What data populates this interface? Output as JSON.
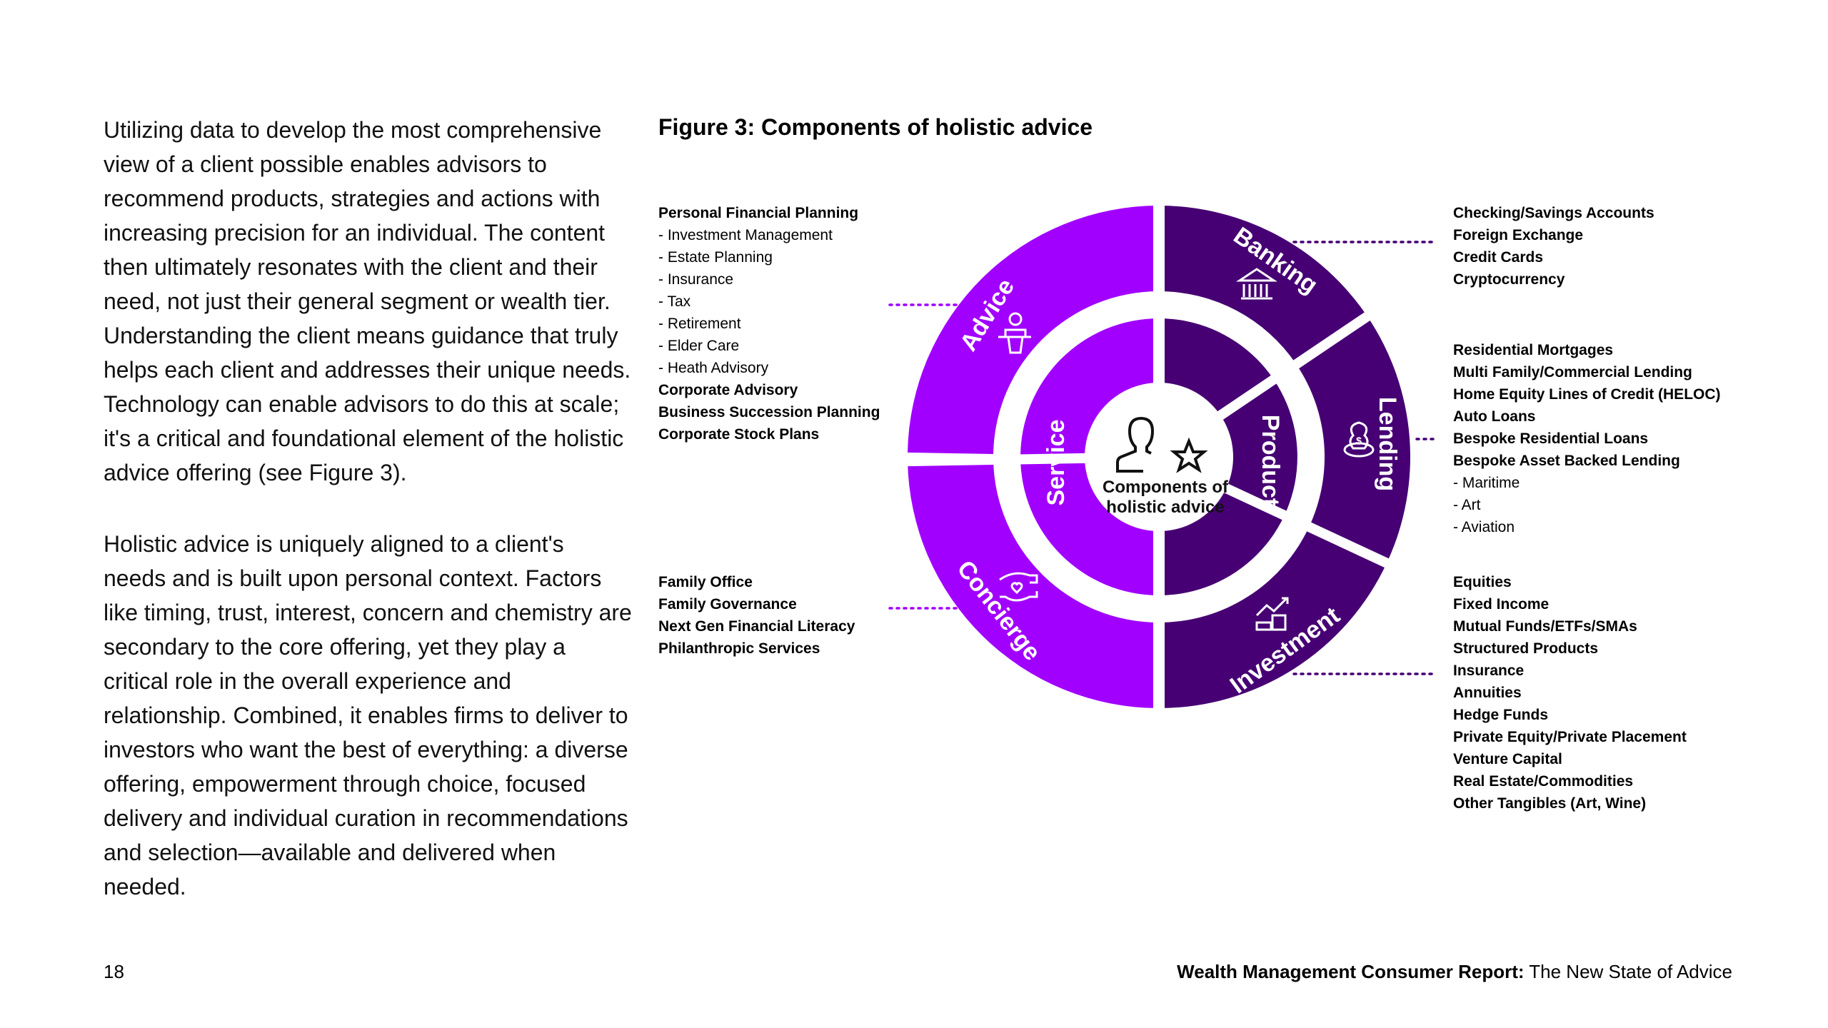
{
  "body": {
    "paragraph1": "Utilizing data to develop the most comprehensive view of a client possible enables advisors to recommend products, strategies and actions with increasing precision for an individual. The content then ultimately resonates with the client and their need, not just their general segment or wealth tier. Understanding the client means guidance that truly helps each client and addresses their unique needs. Technology can enable advisors to do this at scale; it's a critical and foundational element of the holistic advice offering (see Figure 3).",
    "paragraph2": "Holistic advice is uniquely aligned to a client's needs and is built upon personal context. Factors like timing, trust, interest, concern and chemistry are secondary to the core offering, yet they play a critical role in the overall experience and relationship. Combined, it enables firms to deliver to investors who want the best of everything: a diverse offering, empowerment through choice, focused delivery and individual curation in recommendations and selection—available and delivered when needed."
  },
  "figure": {
    "title": "Figure 3: Components of holistic advice",
    "center_line1": "Components of",
    "center_line2": "holistic advice",
    "inner": {
      "service": "Service",
      "product": "Product"
    },
    "outer": {
      "advice": "Advice",
      "concierge": "Concierge",
      "banking": "Banking",
      "lending": "Lending",
      "investment": "Investment"
    },
    "colors": {
      "service": "#A100FF",
      "product": "#460073"
    },
    "advice_list": [
      {
        "text": "Personal Financial Planning",
        "bold": true
      },
      {
        "text": "- Investment Management",
        "bold": false
      },
      {
        "text": "- Estate Planning",
        "bold": false
      },
      {
        "text": "- Insurance",
        "bold": false
      },
      {
        "text": "- Tax",
        "bold": false
      },
      {
        "text": "- Retirement",
        "bold": false
      },
      {
        "text": "- Elder Care",
        "bold": false
      },
      {
        "text": "- Heath Advisory",
        "bold": false
      },
      {
        "text": "Corporate Advisory",
        "bold": true
      },
      {
        "text": "Business Succession Planning",
        "bold": true
      },
      {
        "text": "Corporate Stock Plans",
        "bold": true
      }
    ],
    "concierge_list": [
      {
        "text": "Family Office",
        "bold": true
      },
      {
        "text": "Family Governance",
        "bold": true
      },
      {
        "text": "Next Gen Financial Literacy",
        "bold": true
      },
      {
        "text": "Philanthropic Services",
        "bold": true
      }
    ],
    "banking_list": [
      {
        "text": "Checking/Savings Accounts",
        "bold": true
      },
      {
        "text": "Foreign Exchange",
        "bold": true
      },
      {
        "text": "Credit Cards",
        "bold": true
      },
      {
        "text": "Cryptocurrency",
        "bold": true
      }
    ],
    "lending_list": [
      {
        "text": "Residential Mortgages",
        "bold": true
      },
      {
        "text": "Multi Family/Commercial Lending",
        "bold": true
      },
      {
        "text": "Home Equity Lines of Credit (HELOC)",
        "bold": true
      },
      {
        "text": "Auto Loans",
        "bold": true
      },
      {
        "text": "Bespoke Residential Loans",
        "bold": true
      },
      {
        "text": "Bespoke Asset Backed Lending",
        "bold": true
      },
      {
        "text": "- Maritime",
        "bold": false
      },
      {
        "text": "- Art",
        "bold": false
      },
      {
        "text": "- Aviation",
        "bold": false
      }
    ],
    "investment_list": [
      {
        "text": "Equities",
        "bold": true
      },
      {
        "text": "Fixed Income",
        "bold": true
      },
      {
        "text": "Mutual Funds/ETFs/SMAs",
        "bold": true
      },
      {
        "text": "Structured Products",
        "bold": true
      },
      {
        "text": "Insurance",
        "bold": true
      },
      {
        "text": "Annuities",
        "bold": true
      },
      {
        "text": "Hedge Funds",
        "bold": true
      },
      {
        "text": "Private Equity/Private Placement",
        "bold": true
      },
      {
        "text": "Venture Capital",
        "bold": true
      },
      {
        "text": "Real Estate/Commodities",
        "bold": true
      },
      {
        "text": "Other Tangibles (Art, Wine)",
        "bold": true
      }
    ]
  },
  "footer": {
    "page_number": "18",
    "report_bold": "Wealth Management Consumer Report:",
    "report_rest": " The New State of Advice"
  }
}
